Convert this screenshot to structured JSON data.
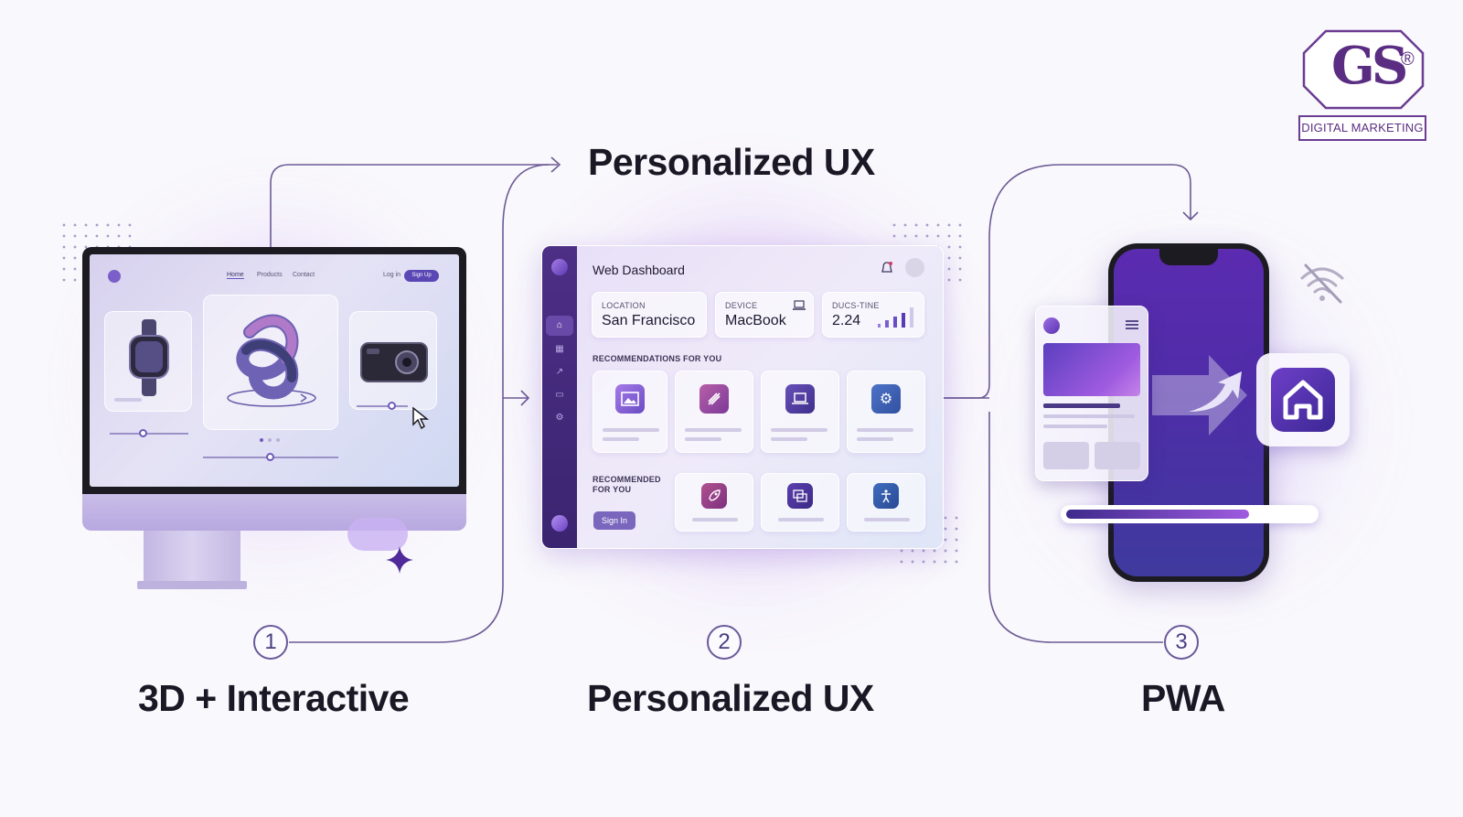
{
  "logo": {
    "mark": "GS",
    "registered": "®",
    "tagline": "DIGITAL MARKETING"
  },
  "top_heading": "Personalized UX",
  "steps": [
    {
      "number": "1",
      "label": "3D + Interactive"
    },
    {
      "number": "2",
      "label": "Personalized UX"
    },
    {
      "number": "3",
      "label": "PWA"
    }
  ],
  "monitor": {
    "nav": {
      "home": "Home",
      "products": "Products",
      "contact": "Contact",
      "login": "Log in",
      "signup": "Sign Up"
    }
  },
  "dashboard": {
    "title": "Web Dashboard",
    "stats": [
      {
        "label": "LOCATION",
        "value": "San Francisco"
      },
      {
        "label": "DEVICE",
        "value": "MacBook"
      },
      {
        "label": "DUCS-TINE",
        "value": "2.24"
      }
    ],
    "section1": "RECOMMENDATIONS FOR YOU",
    "section2_line1": "RECOMMENDED",
    "section2_line2": "FOR YOU",
    "signin": "Sign In"
  },
  "pwa": {
    "progress": 0.74
  },
  "colors": {
    "accent": "#5a2d82",
    "purple": "#6b4fc4",
    "deep": "#3d2a8c"
  },
  "icons": [
    "image-icon",
    "brush-icon",
    "laptop-icon",
    "settings-icon",
    "rocket-icon",
    "chat-icon",
    "accessibility-icon",
    "home-icon",
    "no-wifi-icon",
    "bell-icon",
    "cursor-icon",
    "sparkle-icon"
  ]
}
